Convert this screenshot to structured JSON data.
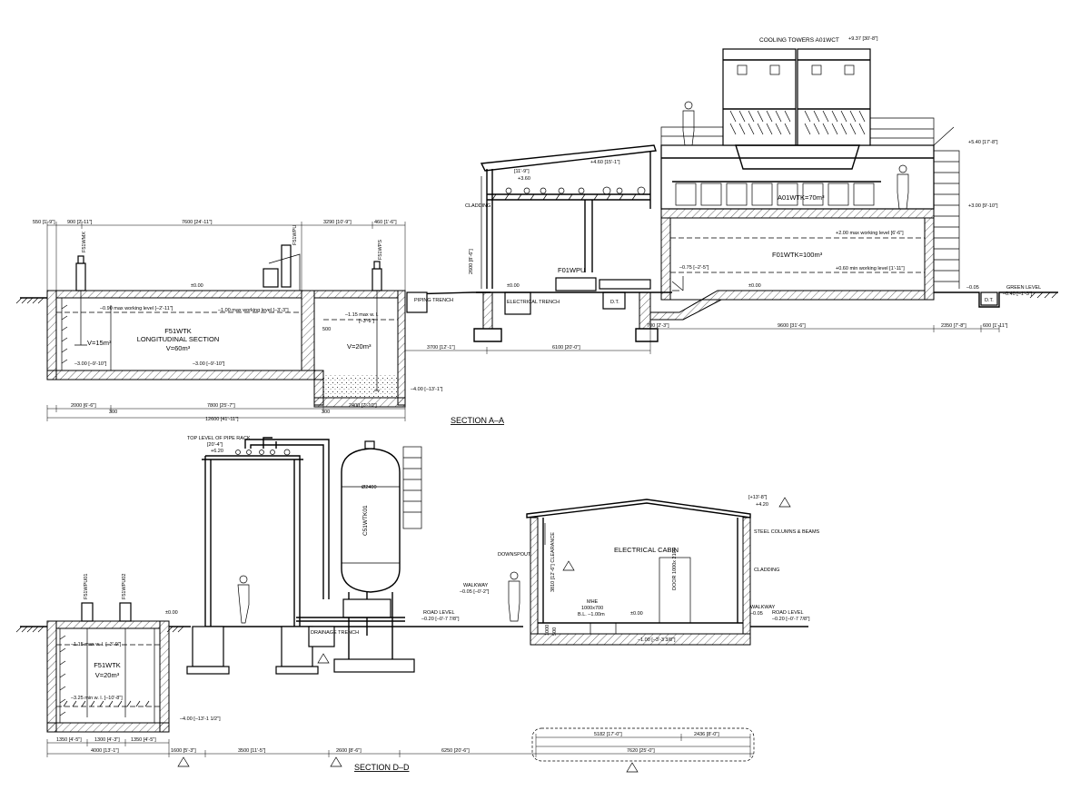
{
  "section_aa": {
    "title": "SECTION A–A",
    "cooling_towers_label": "COOLING TOWERS A01WCT",
    "cooling_towers_level": "+9.37 [30'-8\"]",
    "level_540": "+5.40 [17'-8\"]",
    "level_300": "+3.00 [9'-10\"]",
    "level_460": "+4.60 [15'-1\"]",
    "level_360": "+3.60",
    "level_360_imp": "[11'-9\"]",
    "cladding": "CLADDING",
    "tank_a01wtk": "A01WTK=70m³",
    "tank_f01wtk": "F01WTK=100m³",
    "max_wl_200": "+2.00 max working level [6'-6\"]",
    "min_wl_060": "+0.60 min working level [1'-11\"]",
    "level_minus075": "–0.75 [–2'-5\"]",
    "level_000_right": "±0.00",
    "level_minus005": "–0.05",
    "green_level": "GREEN LEVEL",
    "green_level_value": "–0.40 [–1'-3\"]",
    "dt": "D.T.",
    "f01wpu": "F01WPU",
    "electrical_trench": "ELECTRICAL TRENCH",
    "piping_trench": "PIPING TRENCH",
    "level_000_left": "±0.00",
    "max_wl_090": "–0.90 max working level [–2'-11\"]",
    "max_wl_100": "–1.00 max working level [–3'-3\"]",
    "max_wl_115": "–1.15 max w. l.",
    "max_wl_115_imp": "[–3'-9\"]",
    "f51wtk": "F51WTK",
    "longitudinal": "LONGITUDINAL SECTION",
    "v60": "V=60m³",
    "v15": "V=15m³",
    "v20": "V=20m³",
    "level_minus300_a": "–3.00 [–9'-10\"]",
    "level_minus300_b": "–3.00 [–9'-10\"]",
    "level_minus400": "–4.00 [–13'-1\"]",
    "pump_f51wmx": "F51WMX",
    "pump_f51wpu": "F51WPU",
    "pump_f51wps": "F51WPS",
    "dim_550": "550 [1'-9\"]",
    "dim_900": "900 [2'-11\"]",
    "dim_7600": "7600 [24'-11\"]",
    "dim_3290": "3290 [10'-9\"]",
    "dim_460": "460 [1'-6\"]",
    "dim_2600": "2600 [8'-6\"]",
    "dim_3700": "3700 [12'-1\"]",
    "dim_6100": "6100 [20'-0\"]",
    "dim_700": "700 [2'-3\"]",
    "dim_9600": "9600 [31'-6\"]",
    "dim_2350": "2350 [7'-8\"]",
    "dim_600": "600 [1'-11\"]",
    "dim_2000": "2000 [6'-6\"]",
    "dim_300a": "300",
    "dim_7800": "7800 [25'-7\"]",
    "dim_300b": "300",
    "dim_2400": "2400 [7'-10\"]",
    "dim_12600": "12600 [41'-11\"]",
    "dim_500": "500"
  },
  "section_dd": {
    "title": "SECTION D–D",
    "top_pipe_rack": "TOP LEVEL OF PIPE RACK",
    "top_pipe_rack_imp": "[20'-4\"]",
    "top_pipe_rack_level": "+6.20",
    "diam": "Ø2400",
    "vessel_tag": "C51WTK01",
    "drainage_trench": "DRAINAGE TRENCH",
    "level_000_left": "±0.00",
    "pump_1": "F51WPU01",
    "pump_2": "F51WPU02",
    "f51wtk": "F51WTK",
    "v20": "V=20m³",
    "max_wl_115": "–1.15 max w. l. [–3'-9\"]",
    "min_wl_325": "–3.25 min w. l. [–10'-8\"]",
    "level_minus400": "–4.00 [–13'-1 1/2\"]",
    "road_level_left": "ROAD LEVEL",
    "road_level_left_value": "–0.20 [–0'-7 7/8\"]",
    "walkway_left": "WALKWAY",
    "walkway_left_value": "–0.05 [–0'-2\"]",
    "downspout": "DOWNSPOUT",
    "electrical_cabin": "ELECTRICAL CABIN",
    "clearance": "3810 [12'-6\"] CLEARANCE",
    "door": "DOOR 1000x 2100",
    "mhe": "MHE",
    "mhe_size": "1000x700",
    "mhe_bl": "B.L. –1.00m",
    "level_000_cabin": "±0.00",
    "level_minus100": "–1.00 [–3'-3 3/8\"]",
    "roof_level": "[+13'-8\"]",
    "roof_level_value": "+4.20",
    "steel_columns": "STEEL COLUMNS & BEAMS",
    "cladding": "CLADDING",
    "walkway_right": "WALKWAY",
    "walkway_right_value": "–0.05",
    "road_level_right": "ROAD LEVEL",
    "road_level_right_value": "–0.20 [–0'-7 7/8\"]",
    "dim_1350a": "1350 [4'-5\"]",
    "dim_1300": "1300 [4'-3\"]",
    "dim_1350b": "1350 [4'-5\"]",
    "dim_4000": "4000 [13'-1\"]",
    "dim_1600": "1600 [5'-3\"]",
    "dim_3500": "3500 [11'-5\"]",
    "dim_2600": "2600 [8'-6\"]",
    "dim_6250": "6250 [20'-6\"]",
    "dim_5182": "5182 [17'-0\"]",
    "dim_2436": "2436 [8'-0\"]",
    "dim_7620": "7620 [25'-0\"]",
    "dim_1000": "1000",
    "dim_500": "500"
  }
}
